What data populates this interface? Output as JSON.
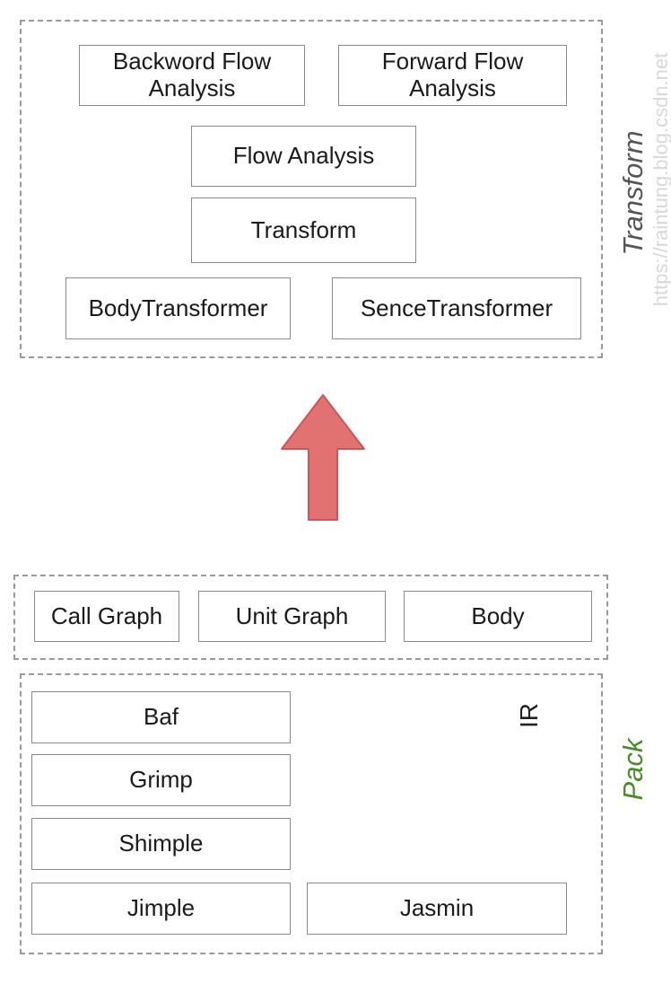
{
  "transform_group": {
    "label": "Transform",
    "boxes": [
      "Backword Flow Analysis",
      "Forward Flow Analysis",
      "Flow Analysis",
      "Transform",
      "BodyTransformer",
      "SenceTransformer"
    ]
  },
  "arrow": {
    "color": "#e27272",
    "border": "#c85858"
  },
  "graph_group": {
    "boxes": [
      "Call Graph",
      "Unit Graph",
      "Body"
    ]
  },
  "pack_group": {
    "label": "Pack",
    "label_color": "#4a8a2a",
    "ir_label": "IR",
    "boxes": [
      "Baf",
      "Grimp",
      "Shimple",
      "Jimple",
      "Jasmin"
    ]
  },
  "watermark": "https://raintung.blog.csdn.net"
}
